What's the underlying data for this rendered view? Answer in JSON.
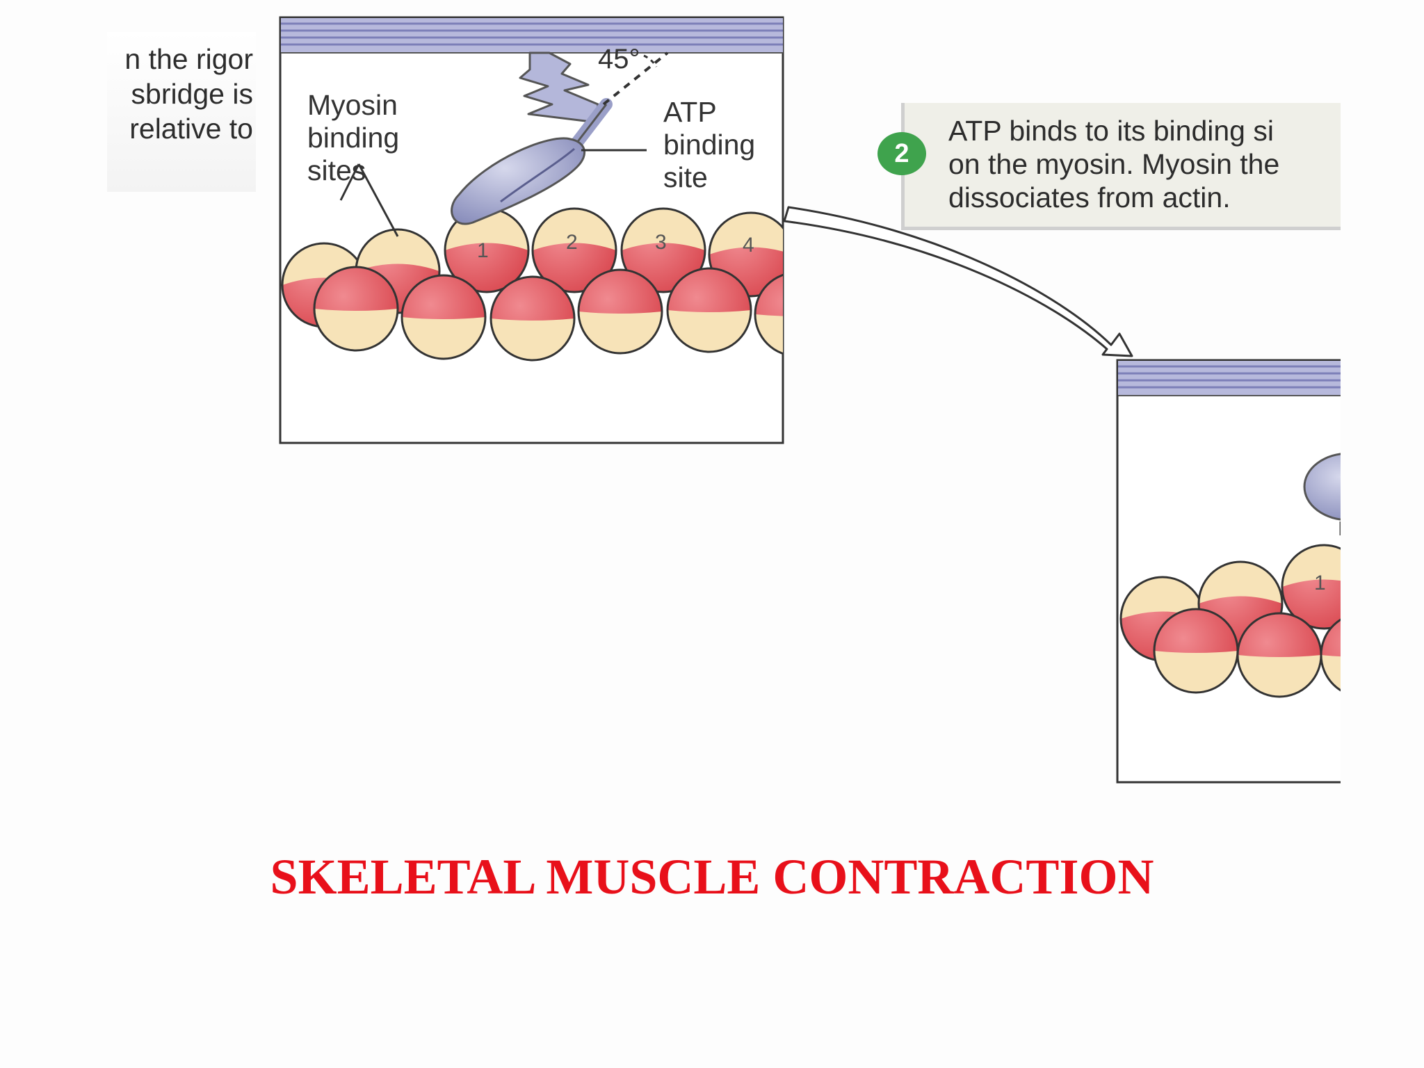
{
  "caption_left": {
    "lines": [
      "n the rigor",
      "sbridge is",
      "relative to"
    ]
  },
  "panel1": {
    "angle_label": "45°",
    "myosin_sites_label": [
      "Myosin",
      "binding",
      "sites"
    ],
    "atp_site_label": [
      "ATP",
      "binding",
      "site"
    ],
    "site_numbers": [
      "1",
      "2",
      "3",
      "4"
    ]
  },
  "step2": {
    "number": "2",
    "lines": [
      "ATP binds to its binding si",
      "on the myosin. Myosin the",
      "dissociates from actin."
    ]
  },
  "panel2": {
    "site_numbers": [
      "1"
    ]
  },
  "title": "SKELETAL MUSCLE CONTRACTION",
  "colors": {
    "actin_red": "#e05a62",
    "actin_cream": "#f7e3b8",
    "myosin_purple": "#9a9fc8",
    "thick_filament": "#8d8fc6",
    "step_badge": "#3fa34d",
    "title_red": "#e8101a"
  },
  "icons": {
    "arrow": "curved-arrow-icon",
    "step_badge": "numbered-circle-icon"
  }
}
